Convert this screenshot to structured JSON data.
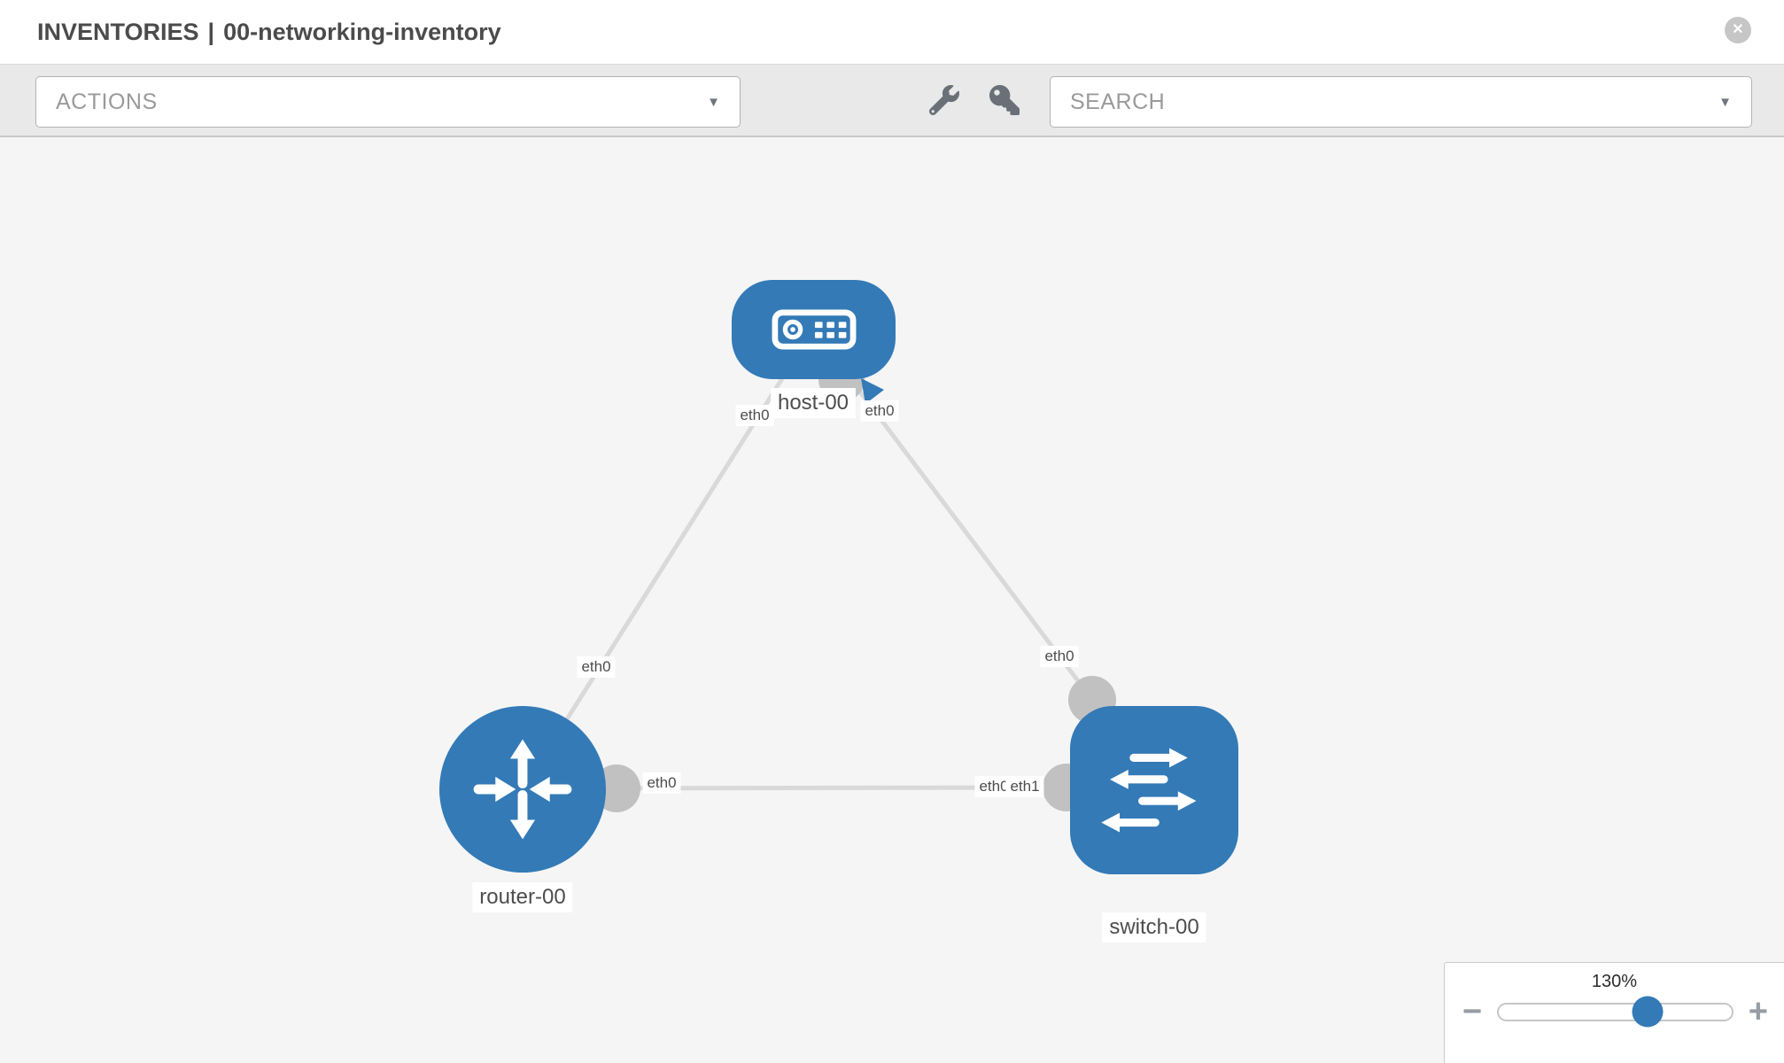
{
  "header": {
    "section": "INVENTORIES",
    "separator": "|",
    "inventory_name": "00-networking-inventory"
  },
  "toolbar": {
    "actions_label": "ACTIONS",
    "search_label": "SEARCH"
  },
  "icons": {
    "caret_down": "▼",
    "close": "✕",
    "wrench": "wrench-icon",
    "key": "key-icon"
  },
  "topology": {
    "nodes": [
      {
        "id": "host-00",
        "type": "host",
        "label": "host-00"
      },
      {
        "id": "router-00",
        "type": "router",
        "label": "router-00"
      },
      {
        "id": "switch-00",
        "type": "switch",
        "label": "switch-00"
      }
    ],
    "links": [
      {
        "from": "host-00",
        "to": "router-00"
      },
      {
        "from": "host-00",
        "to": "switch-00"
      },
      {
        "from": "router-00",
        "to": "switch-00"
      }
    ],
    "interface_labels": [
      {
        "node": "host-00",
        "link": "host-00/router-00",
        "label": "eth0"
      },
      {
        "node": "host-00",
        "link": "host-00/switch-00",
        "label": "eth0"
      },
      {
        "node": "router-00",
        "link": "host-00/router-00",
        "label": "eth0"
      },
      {
        "node": "router-00",
        "link": "router-00/switch-00",
        "label": "eth0"
      },
      {
        "node": "switch-00",
        "link": "host-00/switch-00",
        "label": "eth0"
      },
      {
        "node": "switch-00",
        "link": "router-00/switch-00",
        "label": "eth0",
        "partially_hidden": true
      },
      {
        "node": "switch-00",
        "link": "router-00/switch-00",
        "label": "eth1"
      }
    ]
  },
  "zoom": {
    "level": "130%",
    "minus": "−",
    "plus": "+",
    "slider_position": 0.64
  },
  "colors": {
    "node_blue": "#337ab7",
    "link_gray": "#d9d9d9",
    "port_gray": "#c1c1c1",
    "toolbar_gray": "#e9e9e9",
    "canvas_gray": "#f5f5f5"
  }
}
